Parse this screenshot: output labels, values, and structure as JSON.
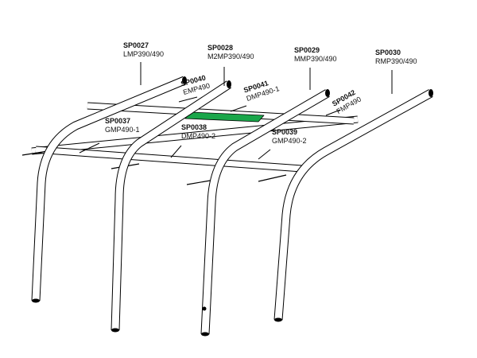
{
  "colors": {
    "highlight": "#1aa64a",
    "outline": "#000000"
  },
  "parts": [
    {
      "code": "SP0027",
      "name": "LMP390/490"
    },
    {
      "code": "SP0028",
      "name": "M2MP390/490"
    },
    {
      "code": "SP0029",
      "name": "MMP390/490"
    },
    {
      "code": "SP0030",
      "name": "RMP390/490"
    },
    {
      "code": "SP0040",
      "name": "EMP490"
    },
    {
      "code": "SP0041",
      "name": "DMP490-1",
      "highlighted": true
    },
    {
      "code": "SP0042",
      "name": "FMP490"
    },
    {
      "code": "SP0037",
      "name": "GMP490-1"
    },
    {
      "code": "SP0038",
      "name": "DMP490-2"
    },
    {
      "code": "SP0039",
      "name": "GMP490-2"
    }
  ]
}
